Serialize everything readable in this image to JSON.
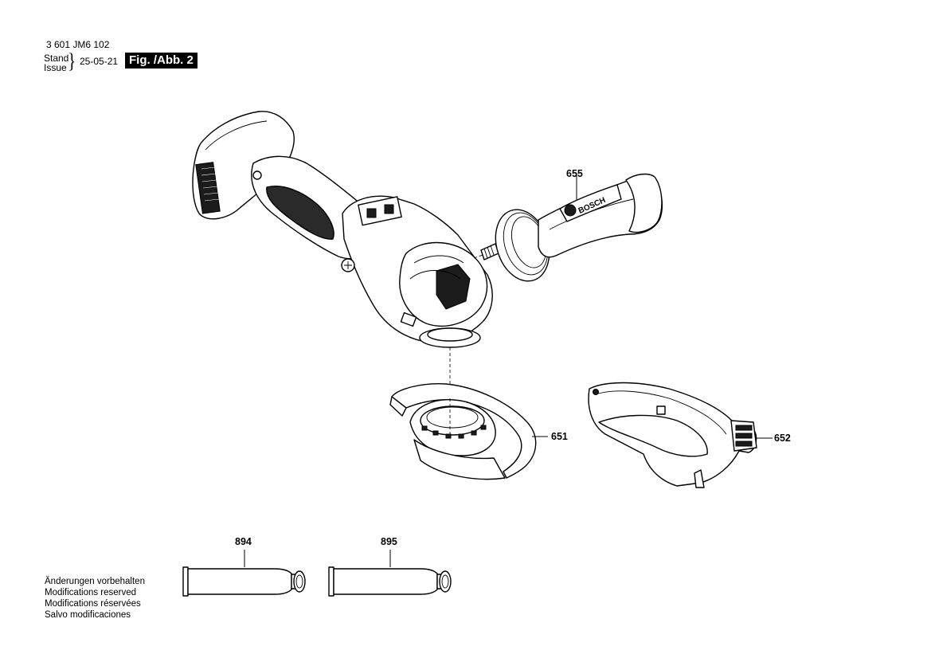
{
  "header": {
    "part_number": "3 601 JM6 102",
    "stand_label": "Stand",
    "issue_label": "Issue",
    "date": "25-05-21",
    "figure_label": "Fig. /Abb. 2"
  },
  "callouts": {
    "side_handle": "655",
    "guard_open": "651",
    "guard_closed": "652",
    "tube_a": "894",
    "tube_b": "895"
  },
  "handle_brand": "BOSCH",
  "footer": {
    "lines": [
      "Änderungen vorbehalten",
      "Modifications reserved",
      "Modifications réservées",
      "Salvo modificaciones"
    ]
  }
}
